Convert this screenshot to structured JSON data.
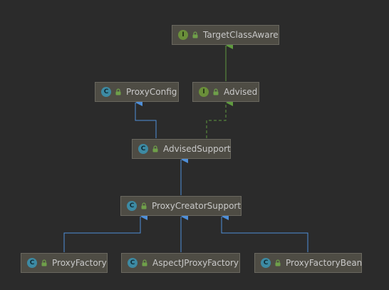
{
  "nodes": {
    "target_class_aware": {
      "label": "TargetClassAware",
      "kind": "I"
    },
    "proxy_config": {
      "label": "ProxyConfig",
      "kind": "C"
    },
    "advised": {
      "label": "Advised",
      "kind": "I"
    },
    "advised_support": {
      "label": "AdvisedSupport",
      "kind": "C"
    },
    "proxy_creator_support": {
      "label": "ProxyCreatorSupport",
      "kind": "C"
    },
    "proxy_factory": {
      "label": "ProxyFactory",
      "kind": "C"
    },
    "aspectj_proxy_factory": {
      "label": "AspectJProxyFactory",
      "kind": "C"
    },
    "proxy_factory_bean": {
      "label": "ProxyFactoryBean",
      "kind": "C"
    }
  },
  "edges": [
    {
      "from": "advised",
      "to": "target_class_aware",
      "type": "extends-interface"
    },
    {
      "from": "advised_support",
      "to": "proxy_config",
      "type": "extends"
    },
    {
      "from": "advised_support",
      "to": "advised",
      "type": "implements"
    },
    {
      "from": "proxy_creator_support",
      "to": "advised_support",
      "type": "extends"
    },
    {
      "from": "proxy_factory",
      "to": "proxy_creator_support",
      "type": "extends"
    },
    {
      "from": "aspectj_proxy_factory",
      "to": "proxy_creator_support",
      "type": "extends"
    },
    {
      "from": "proxy_factory_bean",
      "to": "proxy_creator_support",
      "type": "extends"
    }
  ],
  "colors": {
    "background": "#2b2b2b",
    "node_fill": "#4e4c44",
    "node_border": "#6a685f",
    "text": "#c9c9c9",
    "interface_badge": "#6a8f3a",
    "class_badge": "#3d8aa3",
    "lock_icon": "#6fa04a",
    "extends_arrow": "#4f8fd8",
    "interface_arrow": "#5f9a3f"
  }
}
